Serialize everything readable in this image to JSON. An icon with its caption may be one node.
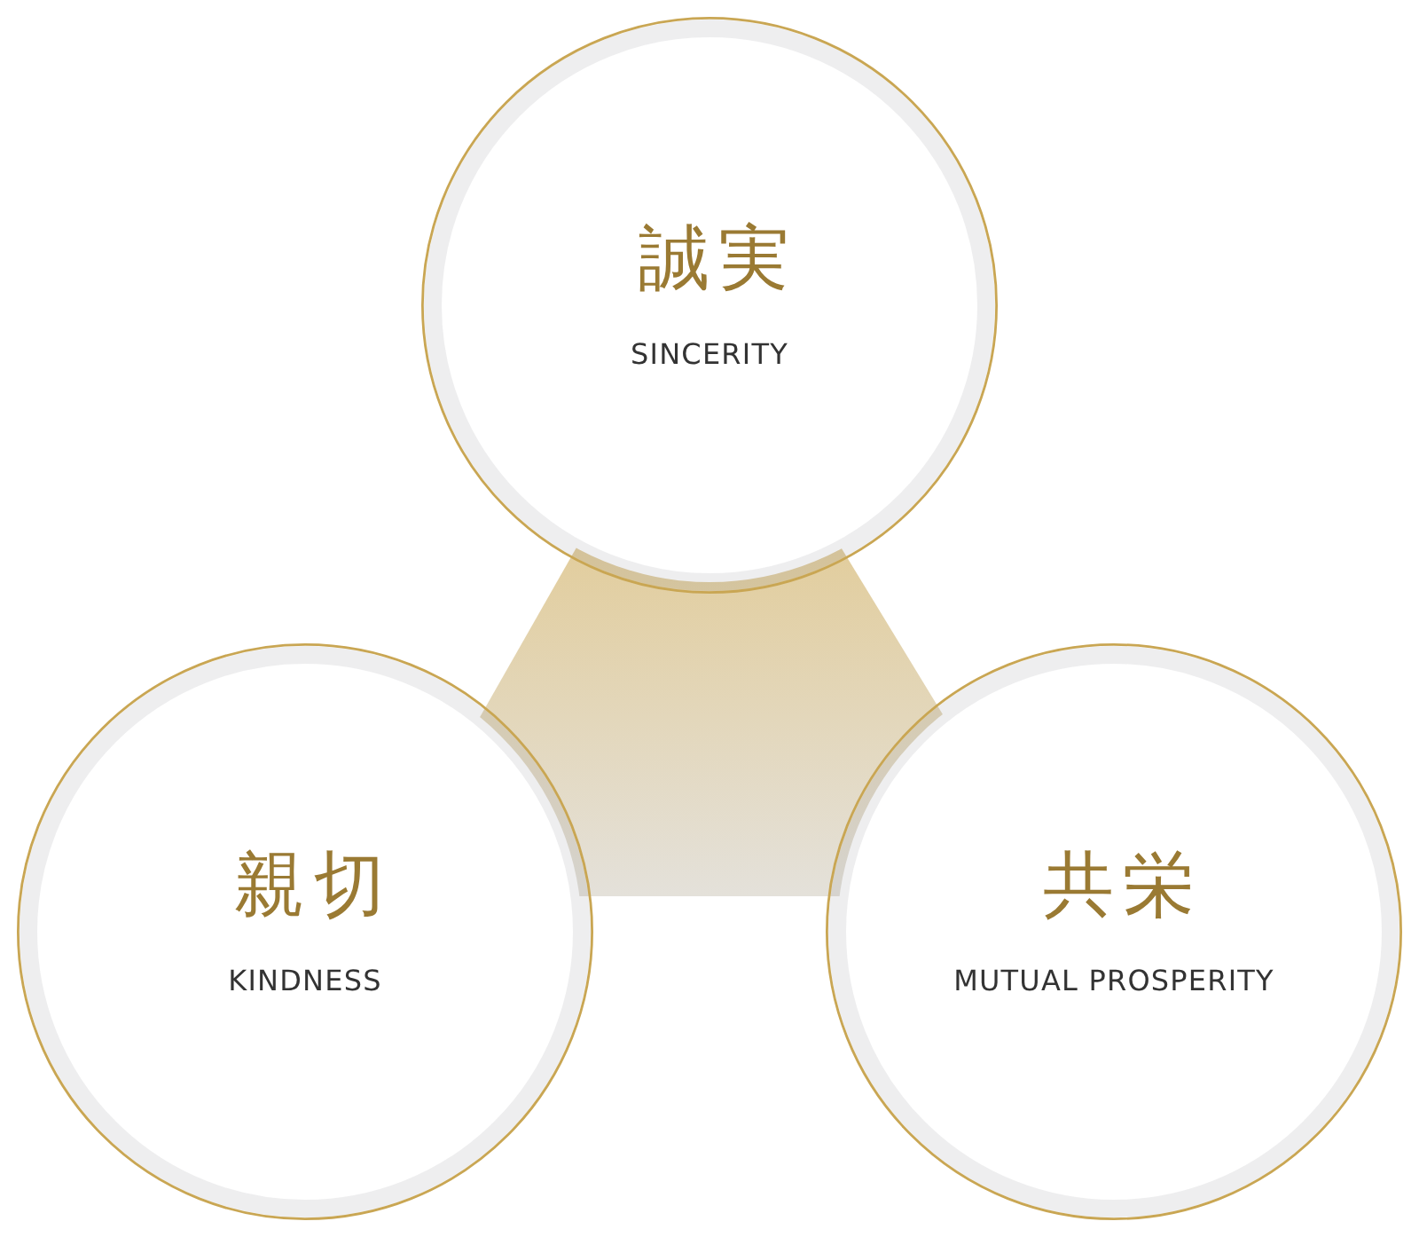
{
  "diagram": {
    "nodes": [
      {
        "text": [
          "誠実",
          "SINCERITY"
        ]
      },
      {
        "text": [
          "親切",
          "KINDNESS"
        ]
      },
      {
        "text": [
          "共栄",
          "MUTUAL PROSPERITY"
        ]
      }
    ]
  }
}
